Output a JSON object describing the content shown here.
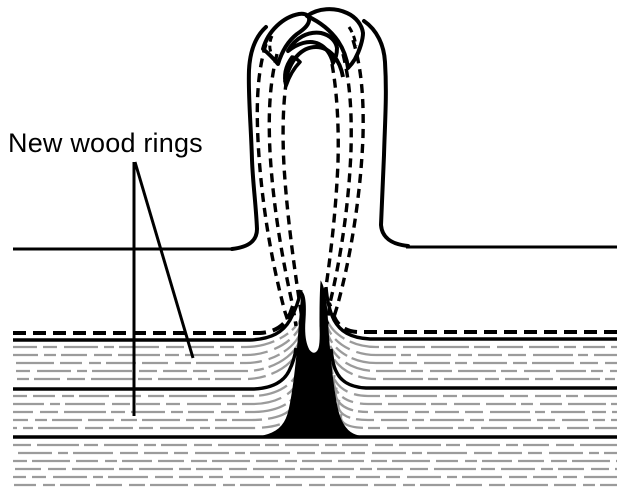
{
  "diagram": {
    "label": "New wood rings",
    "description": "Cross-section of a tree trunk growing new wood rings over a dead branch stub (knot)",
    "parts": {
      "branch_stub": "dead branch stub with torn bark curls",
      "trunk_surface": "old trunk surface line",
      "new_rings_dashed": "newest growth ring (dashed)",
      "wood_rings": "wood ring layers (hatched)",
      "knot_core": "dark dead-branch core (knot)"
    },
    "colors": {
      "line": "#000000",
      "hatch": "#9b9b9b",
      "background": "#ffffff"
    }
  }
}
